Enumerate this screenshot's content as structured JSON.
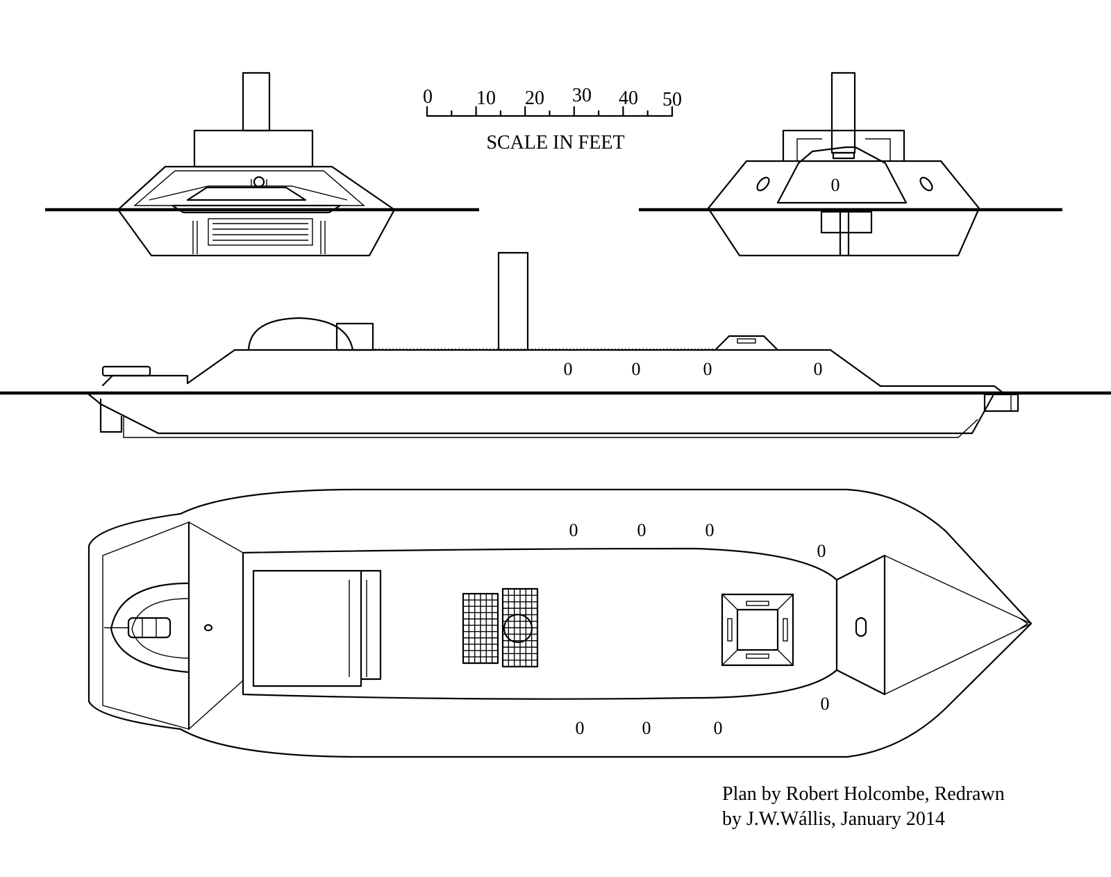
{
  "scale": {
    "ticks": [
      "0",
      "10",
      "20",
      "30",
      "40",
      "50"
    ],
    "label": "SCALE IN FEET"
  },
  "credit": {
    "line1": "Plan by Robert Holcombe, Redrawn",
    "line2": "by J.W.Wállis, January 2014"
  },
  "port_glyph": "0"
}
